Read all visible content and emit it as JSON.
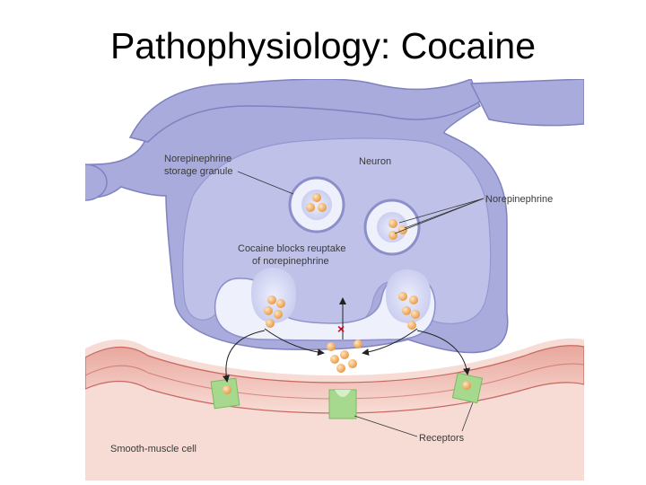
{
  "slide": {
    "title": "Pathophysiology: Cocaine"
  },
  "diagram": {
    "labels": {
      "storage_granule": "Norepinephrine storage granule",
      "neuron": "Neuron",
      "norepinephrine": "Norepinephrine",
      "cocaine_blocks": "Cocaine blocks reuptake of norepinephrine",
      "smooth_muscle": "Smooth-muscle cell",
      "receptors": "Receptors"
    },
    "colors": {
      "neuron_fill": "#a9abdc",
      "neuron_inner": "#bfc1e8",
      "neuron_edge": "#7f82bf",
      "granule_fill": "#c6c8ec",
      "molecule": "#f3b25e",
      "muscle_fill": "#f3c9c0",
      "muscle_band": "#d9837a",
      "receptor": "#a6d88d",
      "block_mark": "#d0021b"
    }
  }
}
